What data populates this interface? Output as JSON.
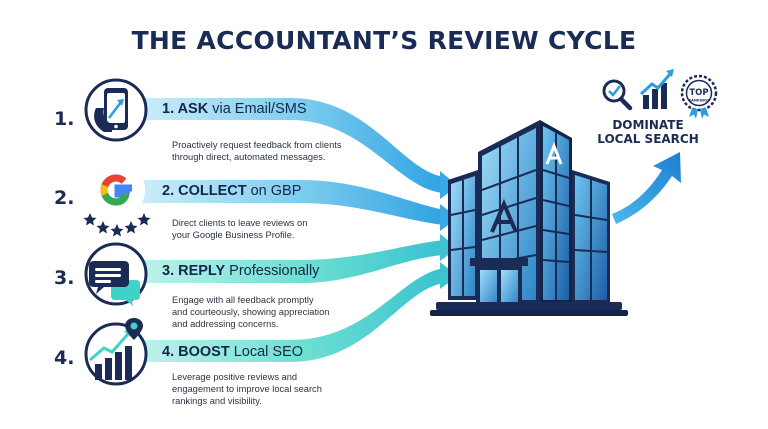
{
  "title": "THE ACCOUNTANT’S REVIEW CYCLE",
  "steps": [
    {
      "number": "1.",
      "keyword": "1. ASK",
      "rest": " via Email/SMS",
      "desc_lines": [
        "Proactively request feedback from clients",
        "through direct, automated messages."
      ]
    },
    {
      "number": "2.",
      "keyword": "2. COLLECT",
      "rest": " on GBP",
      "desc_lines": [
        "Direct clients to leave reviews on",
        "your Google Business Profile."
      ]
    },
    {
      "number": "3.",
      "keyword": "3. REPLY",
      "rest": " Professionally",
      "desc_lines": [
        "Engage with all feedback promptly",
        "and courteously, showing appreciation",
        "and addressing concerns."
      ]
    },
    {
      "number": "4.",
      "keyword": "4. BOOST",
      "rest": " Local SEO",
      "desc_lines": [
        "Leverage positive reviews and",
        "engagement to improve local search",
        "rankings and visibility."
      ]
    }
  ],
  "outcome": {
    "label_lines": [
      "DOMINATE",
      "LOCAL SEARCH"
    ],
    "badge_top": "TOP",
    "badge_sub": "RANKINGS"
  },
  "icons": {
    "step1": "smartphone-hand-icon",
    "step2": "google-stars-icon",
    "step3": "chat-bubbles-icon",
    "step4": "growth-chart-pin-icon",
    "outcome": [
      "search-check-icon",
      "rising-bars-icon",
      "top-badge-icon"
    ],
    "building": "office-building-icon"
  },
  "colors": {
    "navy": "#1a2c55",
    "arrow_light": "#cdeefa",
    "arrow_dark": "#2ea6e4",
    "teal": "#3fd3c7",
    "google_blue": "#4285F4",
    "google_red": "#EA4335",
    "google_yellow": "#FBBC05",
    "google_green": "#34A853"
  }
}
